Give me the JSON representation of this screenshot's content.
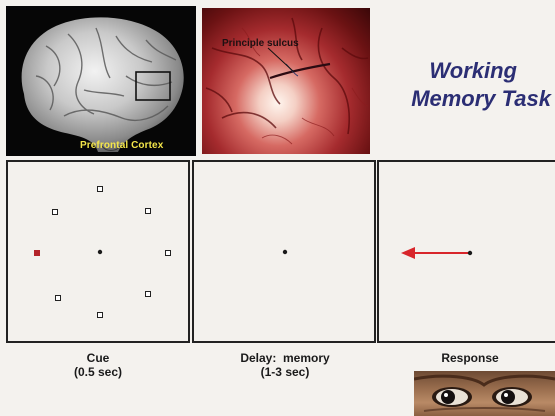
{
  "title": {
    "line1": "Working",
    "line2": "Memory Task"
  },
  "images": {
    "brain": {
      "label": "Prefrontal Cortex"
    },
    "sulcus": {
      "label": "Principle sulcus"
    },
    "eyes": {}
  },
  "panels": {
    "cue": {
      "caption_line1": "Cue",
      "caption_line2": "(0.5 sec)",
      "target_positions": 8,
      "cued_target_color": "#b3242a",
      "target_color": "#222222"
    },
    "delay": {
      "caption_line1": "Delay:  memory",
      "caption_line2": "(1-3 sec)"
    },
    "response": {
      "caption_line1": "Response",
      "arrow_color": "#d8262b"
    }
  },
  "colors": {
    "title": "#2b2e74",
    "brain_label": "#f4e64a"
  }
}
